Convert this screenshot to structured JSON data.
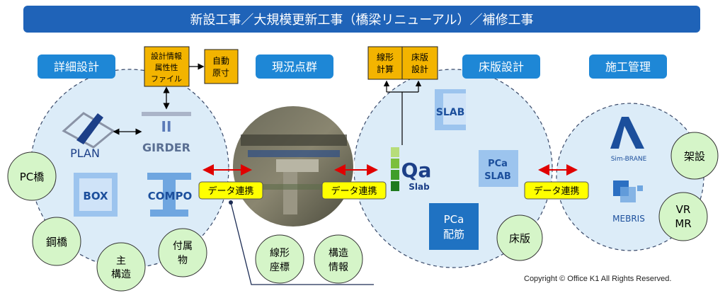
{
  "banner": {
    "title": "新設工事／大規模更新工事（橋梁リニューアル）／補修工事"
  },
  "colors": {
    "banner": "#1f63b8",
    "headerBox": "#1e87d6",
    "circleFill": "#dcecf8",
    "smallCircle": "#d5f5c8",
    "yellowBox": "#f3b400",
    "dataLink": "#ffff00",
    "arrow": "#e00000",
    "pcaBox": "#1f72c2"
  },
  "sections": {
    "detail_design": "詳細設計",
    "point_cloud": "現況点群",
    "slab_design": "床版設計",
    "construction_mgmt": "施工管理"
  },
  "boxes": {
    "design_info": [
      "設計情報",
      "属性性",
      "ファイル"
    ],
    "auto_dim": [
      "自動",
      "原寸"
    ],
    "linear_calc": [
      "線形",
      "計算"
    ],
    "slab_design_small": [
      "床版",
      "設計"
    ]
  },
  "products": {
    "plan": "PLAN",
    "girder": "GIRDER",
    "box": "BOX",
    "compo": "COMPO",
    "slab": "SLAB",
    "qa": "Qa",
    "qa_sub": "Slab",
    "pca_slab": [
      "PCa",
      "SLAB"
    ],
    "pca_rebar": [
      "PCa",
      "配筋"
    ],
    "sim_brane": "Sim-BRANE",
    "mebris": "MEBRIS"
  },
  "bubbles": {
    "pc_bridge": "PC橋",
    "steel_bridge": "鋼橋",
    "main_structure": [
      "主",
      "構造"
    ],
    "accessory": [
      "付属",
      "物"
    ],
    "alignment_coords": [
      "線形",
      "座標"
    ],
    "structure_info": [
      "構造",
      "情報"
    ],
    "slab": "床版",
    "erection": "架設",
    "vr_mr": [
      "VR",
      "MR"
    ]
  },
  "links": {
    "data_link_1": "データ連携",
    "data_link_2": "データ連携",
    "data_link_3": "データ連携"
  },
  "copyright": "Copyright © Office K1 All Rights Reserved."
}
